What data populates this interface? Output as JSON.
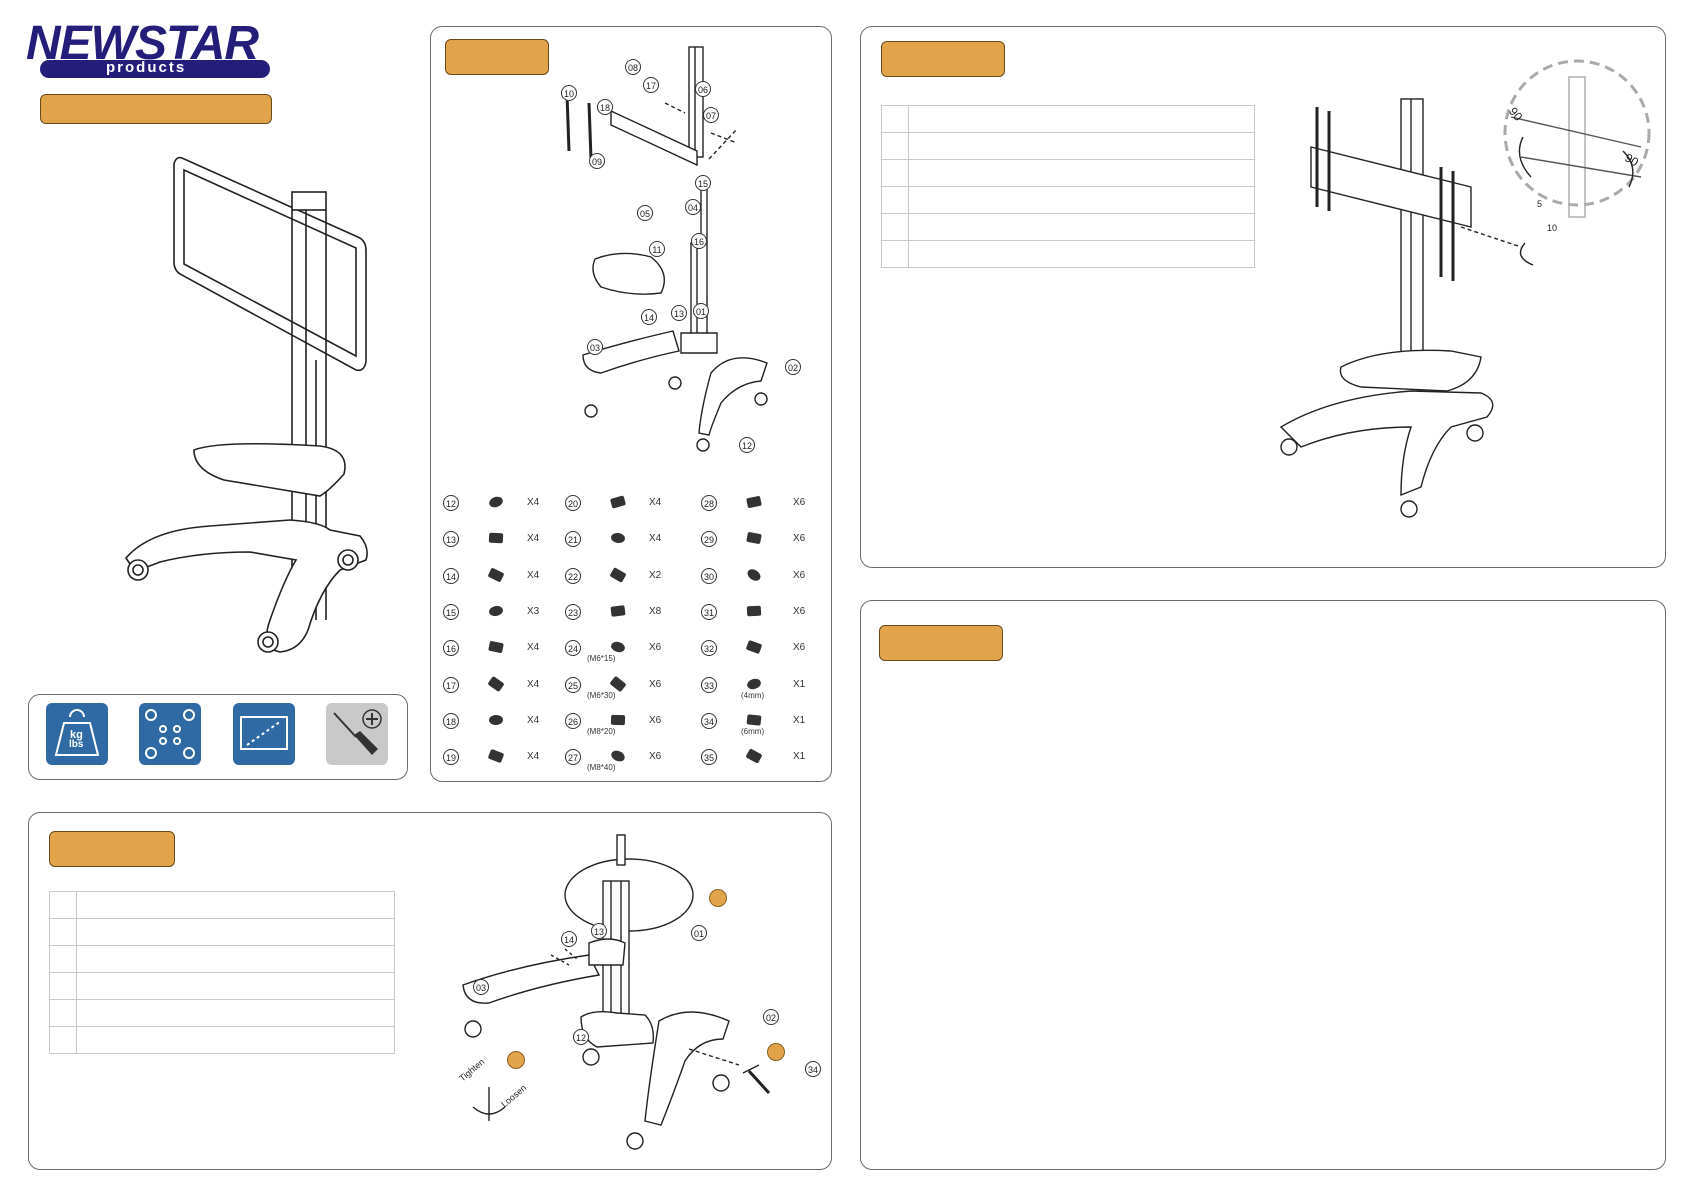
{
  "logo": {
    "brand": "NEWSTAR",
    "tagline": "products"
  },
  "parts": [
    {
      "num": "12",
      "qty": "X4",
      "size": ""
    },
    {
      "num": "13",
      "qty": "X4",
      "size": ""
    },
    {
      "num": "14",
      "qty": "X4",
      "size": ""
    },
    {
      "num": "15",
      "qty": "X3",
      "size": ""
    },
    {
      "num": "16",
      "qty": "X4",
      "size": ""
    },
    {
      "num": "17",
      "qty": "X4",
      "size": ""
    },
    {
      "num": "18",
      "qty": "X4",
      "size": ""
    },
    {
      "num": "19",
      "qty": "X4",
      "size": ""
    },
    {
      "num": "20",
      "qty": "X4",
      "size": ""
    },
    {
      "num": "21",
      "qty": "X4",
      "size": ""
    },
    {
      "num": "22",
      "qty": "X2",
      "size": ""
    },
    {
      "num": "23",
      "qty": "X8",
      "size": ""
    },
    {
      "num": "24",
      "qty": "X6",
      "size": "(M6*15)"
    },
    {
      "num": "25",
      "qty": "X6",
      "size": "(M6*30)"
    },
    {
      "num": "26",
      "qty": "X6",
      "size": "(M8*20)"
    },
    {
      "num": "27",
      "qty": "X6",
      "size": "(M8*40)"
    },
    {
      "num": "28",
      "qty": "X6",
      "size": ""
    },
    {
      "num": "29",
      "qty": "X6",
      "size": ""
    },
    {
      "num": "30",
      "qty": "X6",
      "size": ""
    },
    {
      "num": "31",
      "qty": "X6",
      "size": ""
    },
    {
      "num": "32",
      "qty": "X6",
      "size": ""
    },
    {
      "num": "33",
      "qty": "X1",
      "size": "(4mm)"
    },
    {
      "num": "34",
      "qty": "X1",
      "size": "(6mm)"
    },
    {
      "num": "35",
      "qty": "X1",
      "size": ""
    }
  ],
  "exploded_labels": [
    "08",
    "17",
    "06",
    "10",
    "18",
    "07",
    "09",
    "15",
    "04",
    "05",
    "16",
    "11",
    "01",
    "14",
    "13",
    "03",
    "02",
    "12"
  ],
  "spec_icons": {
    "weight_top": "kg",
    "weight_bottom": "lbs"
  },
  "step1_labels": [
    "14",
    "13",
    "01",
    "03",
    "02",
    "12",
    "34"
  ],
  "step1_hand": {
    "tighten": "Tighten",
    "loosen": "Loosen"
  },
  "step2_angles": {
    "a1": "90",
    "a2": "90",
    "a3": "5",
    "a4": "10"
  },
  "colors": {
    "accent": "#e1a44a",
    "brand": "#241e7a",
    "icon_blue": "#2f6aa5"
  }
}
